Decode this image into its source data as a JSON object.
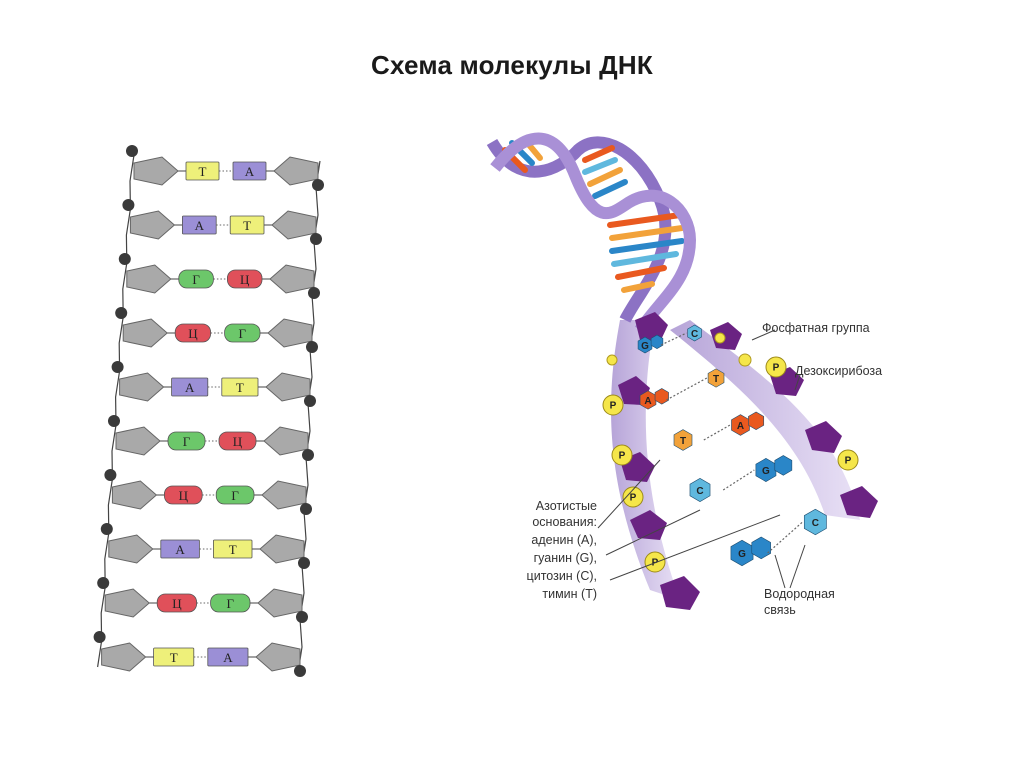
{
  "slide": {
    "title": "Схема молекулы ДНК"
  },
  "left_ladder": {
    "pairs": [
      {
        "left": "Т",
        "right": "А"
      },
      {
        "left": "А",
        "right": "Т"
      },
      {
        "left": "Г",
        "right": "Ц"
      },
      {
        "left": "Ц",
        "right": "Г"
      },
      {
        "left": "А",
        "right": "Т"
      },
      {
        "left": "Г",
        "right": "Ц"
      },
      {
        "left": "Ц",
        "right": "Г"
      },
      {
        "left": "А",
        "right": "Т"
      },
      {
        "left": "Ц",
        "right": "Г"
      },
      {
        "left": "Т",
        "right": "А"
      }
    ],
    "colors": {
      "А": "#9b8fd6",
      "Т": "#eef07a",
      "Г": "#6cc76a",
      "Ц": "#e0505a",
      "sugar": "#a9a9a9",
      "phosphate": "#3a3a3a"
    }
  },
  "right_diagram": {
    "labels": {
      "phosphate": "Фосфатная группа",
      "sugar": "Дезоксирибоза",
      "bases_1": "Азотистые",
      "bases_2": "основания:",
      "adenine": "аденин (А),",
      "guanine": "гуанин (G),",
      "cytosine": "цитозин (С),",
      "thymine": "тимин (Т)",
      "hbond_1": "Водородная",
      "hbond_2": "связь"
    },
    "phosphate_letter": "P",
    "base_pairs": [
      {
        "left": "G",
        "right": "C"
      },
      {
        "left": "A",
        "right": "T"
      },
      {
        "left": "T",
        "right": "A"
      },
      {
        "left": "C",
        "right": "G"
      },
      {
        "left": "G",
        "right": "C"
      }
    ],
    "colors": {
      "A": "#e9591f",
      "T": "#f2a23a",
      "G": "#2a86c8",
      "C": "#5fb8de",
      "backbone": "#6a2382",
      "ribbon": "#9c82c9",
      "phosphate": "#f5e64a"
    }
  }
}
